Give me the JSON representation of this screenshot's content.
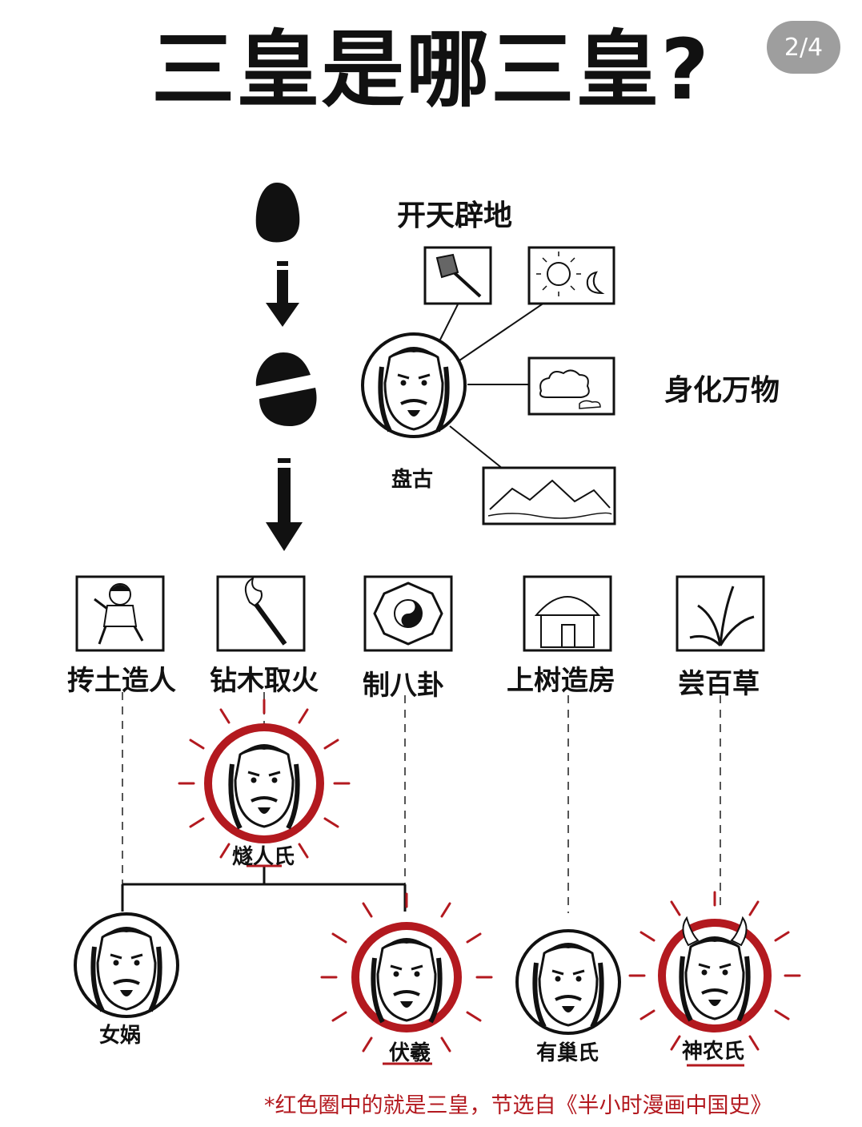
{
  "title": "三皇是哪三皇?",
  "page_indicator": "2/4",
  "pangu_section": {
    "heading": "开天辟地",
    "side_label": "身化万物",
    "figure_label": "盘古",
    "items": [
      "axe-icon",
      "sun-moon-icon",
      "cloud-icon",
      "mountains-icon"
    ]
  },
  "achievements": [
    {
      "label": "抟土造人",
      "icon": "clay-figure-icon"
    },
    {
      "label": "钻木取火",
      "icon": "torch-icon"
    },
    {
      "label": "制八卦",
      "icon": "bagua-icon"
    },
    {
      "label": "上树造房",
      "icon": "hut-icon"
    },
    {
      "label": "尝百草",
      "icon": "herb-icon"
    }
  ],
  "figures": {
    "suiren": {
      "label": "燧人氏",
      "highlighted": true
    },
    "nuwa": {
      "label": "女娲",
      "highlighted": false
    },
    "fuxi": {
      "label": "伏羲",
      "highlighted": true
    },
    "youchao": {
      "label": "有巢氏",
      "highlighted": false
    },
    "shennong": {
      "label": "神农氏",
      "highlighted": true
    }
  },
  "footnote": "*红色圈中的就是三皇，节选自《半小时漫画中国史》",
  "colors": {
    "highlight": "#b3191f",
    "badge": "#9e9e9e",
    "ink": "#111111"
  }
}
